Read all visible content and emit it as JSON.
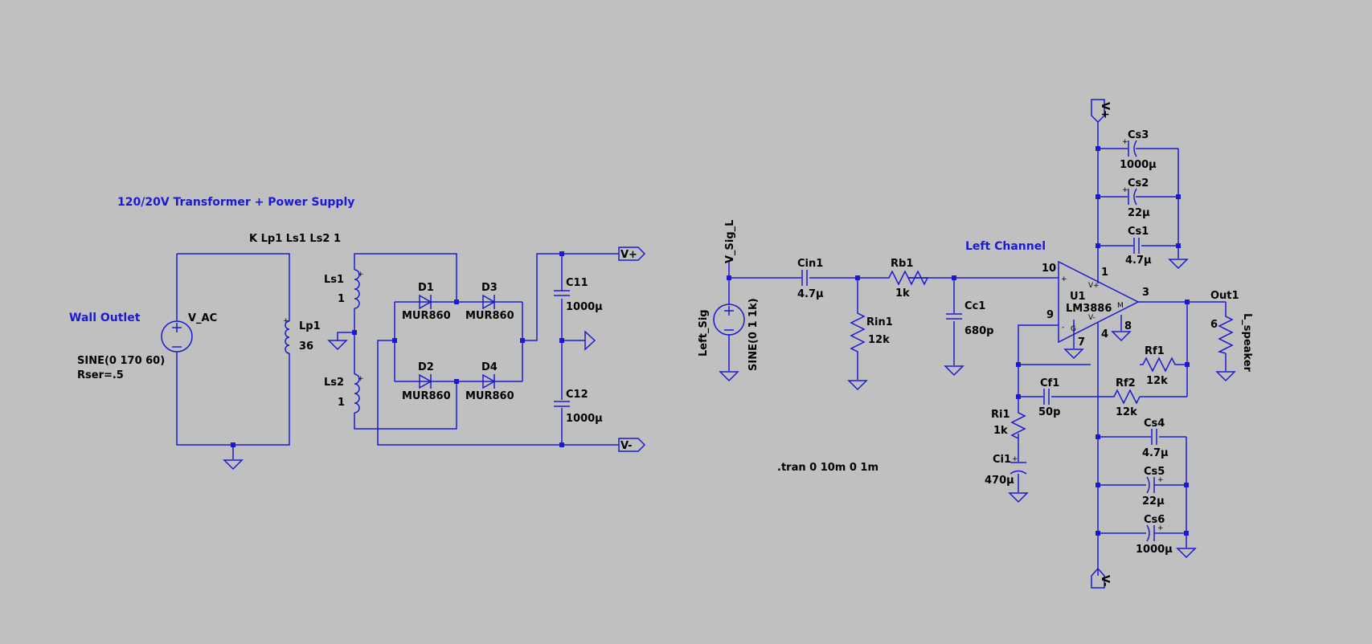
{
  "comments": {
    "title": "120/20V Transformer + Power Supply",
    "wall_outlet": "Wall Outlet",
    "left_channel": "Left Channel"
  },
  "directives": {
    "coupling": "K Lp1 Ls1 Ls2 1",
    "tran": ".tran 0 10m 0 1m"
  },
  "source_vac": {
    "name": "V_AC",
    "value1": "SINE(0 170 60)",
    "value2": "Rser=.5"
  },
  "transformer": {
    "lp1": {
      "name": "Lp1",
      "value": "36"
    },
    "ls1": {
      "name": "Ls1",
      "value": "1"
    },
    "ls2": {
      "name": "Ls2",
      "value": "1"
    }
  },
  "diodes": [
    {
      "name": "D1",
      "model": "MUR860"
    },
    {
      "name": "D3",
      "model": "MUR860"
    },
    {
      "name": "D2",
      "model": "MUR860"
    },
    {
      "name": "D4",
      "model": "MUR860"
    }
  ],
  "supply_caps": {
    "c11": {
      "name": "C11",
      "value": "1000µ"
    },
    "c12": {
      "name": "C12",
      "value": "1000µ"
    }
  },
  "net_labels": {
    "vplus": "V+",
    "vminus": "V-",
    "v_sig_l": "V_Sig_L",
    "out1": "Out1"
  },
  "signal_source": {
    "name": "Left_Sig",
    "value": "SINE(0 1 1k)"
  },
  "amp": {
    "cin1": {
      "name": "Cin1",
      "value": "4.7µ"
    },
    "rin1": {
      "name": "Rin1",
      "value": "12k"
    },
    "rb1": {
      "name": "Rb1",
      "value": "1k"
    },
    "cc1": {
      "name": "Cc1",
      "value": "680p"
    },
    "u1": {
      "name": "U1",
      "model": "LM3886"
    },
    "rf1": {
      "name": "Rf1",
      "value": "12k"
    },
    "rf2": {
      "name": "Rf2",
      "value": "12k"
    },
    "cf1": {
      "name": "Cf1",
      "value": "50p"
    },
    "ri1": {
      "name": "Ri1",
      "value": "1k"
    },
    "ci1": {
      "name": "Ci1",
      "value": "470µ"
    },
    "load": {
      "name": "L_speaker",
      "value": "6"
    }
  },
  "opamp_pins": {
    "p10": "10",
    "p9": "9",
    "p1": "1",
    "p3": "3",
    "p4": "4",
    "p7": "7",
    "p8": "8"
  },
  "opamp_marks": {
    "plus": "+",
    "minus": "-",
    "vp": "V+",
    "vm": "V-",
    "g": "G",
    "m": "M"
  },
  "bypass_caps": [
    {
      "name": "Cs3",
      "value": "1000µ"
    },
    {
      "name": "Cs2",
      "value": "22µ"
    },
    {
      "name": "Cs1",
      "value": "4.7µ"
    },
    {
      "name": "Cs4",
      "value": "4.7µ"
    },
    {
      "name": "Cs5",
      "value": "22µ"
    },
    {
      "name": "Cs6",
      "value": "1000µ"
    }
  ]
}
